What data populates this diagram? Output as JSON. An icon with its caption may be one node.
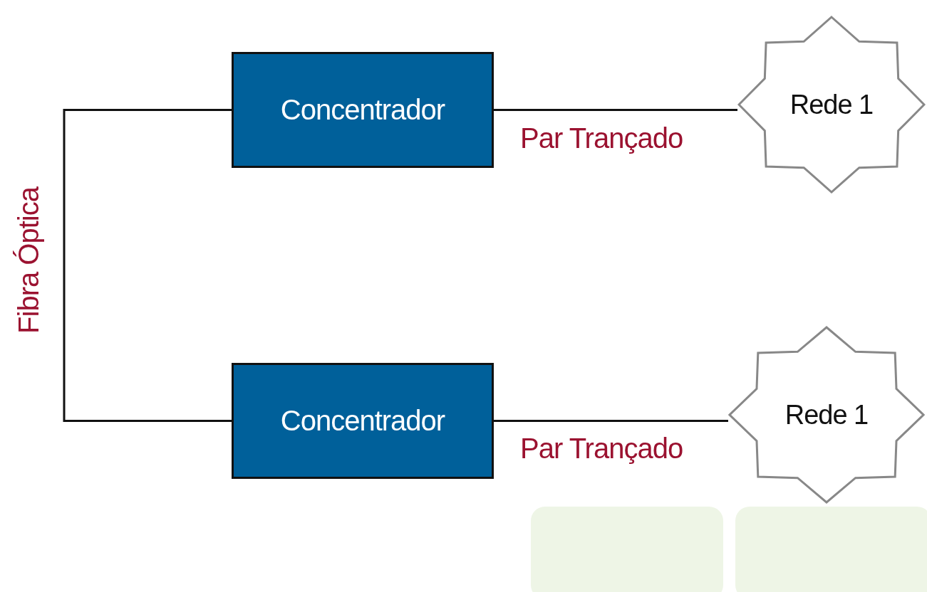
{
  "diagram": {
    "nodes": [
      {
        "text": [
          "Concentrador"
        ]
      },
      {
        "text": [
          "Rede 1"
        ]
      },
      {
        "text": [
          "Concentrador"
        ]
      },
      {
        "text": [
          "Rede 1"
        ]
      }
    ],
    "edges": [
      {
        "from": 0,
        "to": 1,
        "arrow": "none",
        "label": "Par Trançado"
      },
      {
        "from": 2,
        "to": 3,
        "arrow": "none",
        "label": "Par Trançado"
      },
      {
        "from": 0,
        "to": 2,
        "arrow": "none",
        "label": "Fibra Óptica"
      }
    ]
  }
}
